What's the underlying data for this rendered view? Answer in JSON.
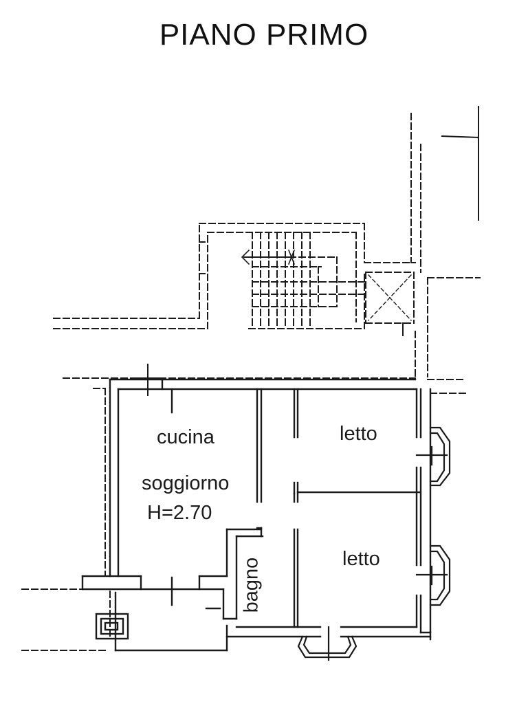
{
  "title": "PIANO PRIMO",
  "rooms": {
    "cucina": "cucina",
    "soggiorno": "soggiorno",
    "height": "H=2.70",
    "bedroom_top": "letto",
    "bedroom_bottom": "letto",
    "bathroom": "bagno"
  },
  "colors": {
    "ink": "#1a1a1a",
    "background": "#ffffff"
  }
}
